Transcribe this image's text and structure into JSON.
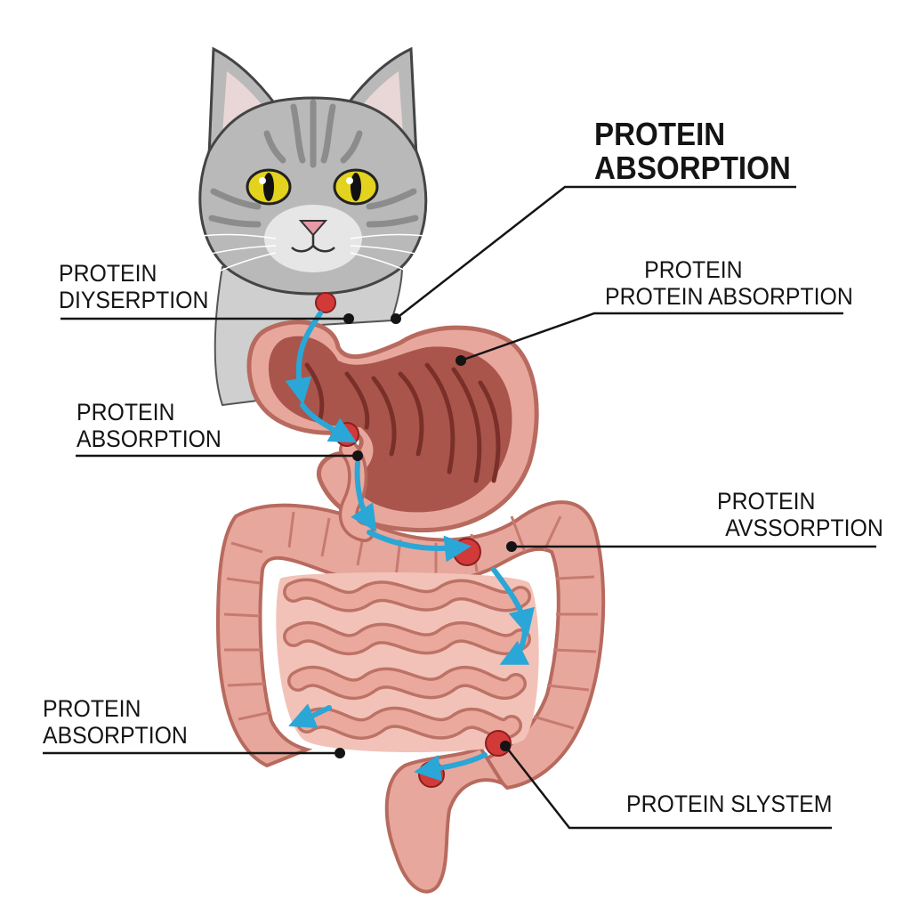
{
  "labels": {
    "top_right": {
      "line1": "PROTEIN",
      "line2": "ABSORPTION"
    },
    "left_upper": {
      "line1": "PROTEIN",
      "line2": "DIYSERPTION"
    },
    "right_upper": {
      "line1": "PROTEIN",
      "line2": "PROTEIN ABSORPTION"
    },
    "left_middle": {
      "line1": "PROTEIN",
      "line2": "ABSORPTION"
    },
    "right_middle": {
      "line1": "PROTEIN",
      "line2": "AVSSORPTION"
    },
    "left_lower": {
      "line1": "PROTEIN",
      "line2": "ABSORPTION"
    },
    "right_lower": {
      "line1": "PROTEIN SLYSTEM"
    }
  },
  "colors": {
    "cat_fur": "#b9b9b9",
    "cat_stripe": "#8c8c8c",
    "cat_eye": "#e3d31f",
    "organ": "#e8a79c",
    "organ_outline": "#b86a5e",
    "stomach_inner": "#a9554c",
    "flow_arrow": "#2aa7d6",
    "highlight": "#d23a3a",
    "leader_line": "#141414"
  },
  "icons": [
    "cat-illustration",
    "stomach-illustration",
    "small-intestine-illustration",
    "large-intestine-illustration",
    "flow-arrow-icon"
  ]
}
